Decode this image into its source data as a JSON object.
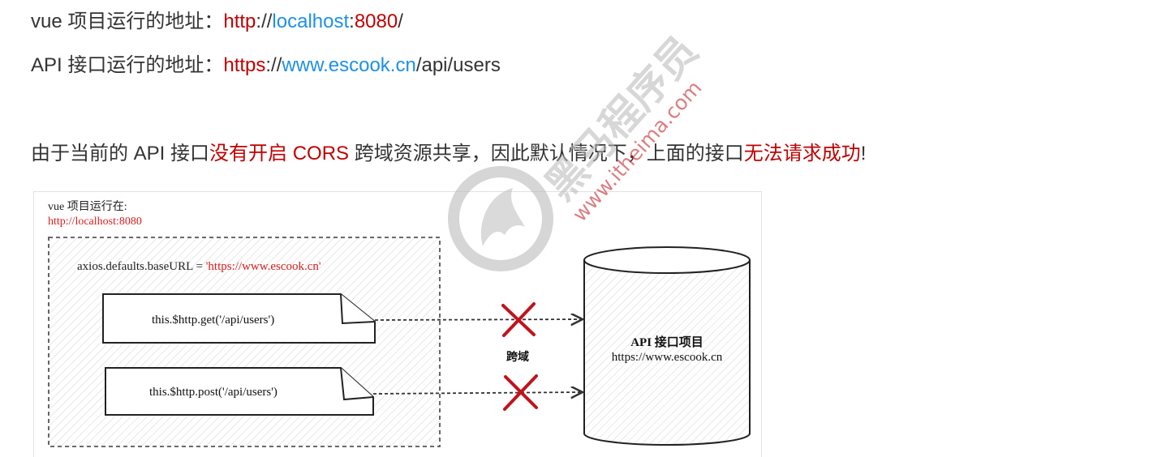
{
  "intro": {
    "vue_label": "vue 项目运行的地址：",
    "vue_url_proto": "http",
    "vue_url_sep1": "://",
    "vue_url_host": "localhost",
    "vue_url_sep2": ":",
    "vue_url_port": "8080",
    "vue_url_tail": "/",
    "api_label": "API 接口运行的地址：",
    "api_url_proto": "https",
    "api_url_sep1": "://",
    "api_url_host": "www.escook.cn",
    "api_url_path": "/api/users"
  },
  "notice": {
    "part1": "由于当前的 API 接口",
    "part2": "没有开启 CORS",
    "part3": " 跨域资源共享，因此默认情况下，上面的接口",
    "part4": "无法请求成功",
    "part5": "!"
  },
  "diagram": {
    "vue_runs_label": "vue 项目运行在:",
    "vue_runs_url": "http://localhost:8080",
    "axios_prefix": "axios.defaults.baseURL = ",
    "axios_value": "'https://www.escook.cn'",
    "get_call": "this.$http.get('/api/users')",
    "post_call": "this.$http.post('/api/users')",
    "cross_domain_label": "跨域",
    "server_title": "API 接口项目",
    "server_url": "https://www.escook.cn"
  },
  "watermark": {
    "brand": "黑马程序员",
    "site": "www.itheima.com"
  },
  "colors": {
    "red": "#c00000",
    "blue": "#1e90e6",
    "text": "#333333",
    "cross": "#c0141c"
  }
}
